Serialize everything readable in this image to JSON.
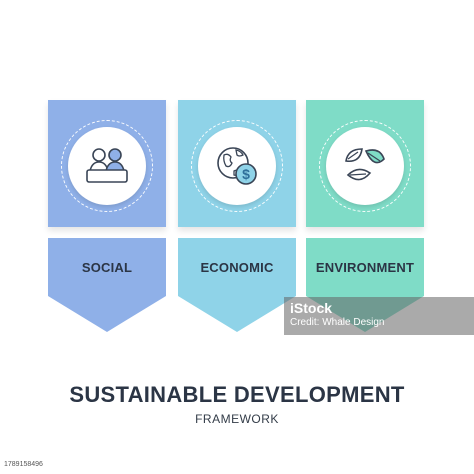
{
  "colors": {
    "social": "#8fb0e8",
    "economic": "#8fd3e8",
    "environment": "#7fdcc7",
    "text_dark": "#2b3545"
  },
  "pillars": [
    {
      "label": "SOCIAL",
      "icon": "people-meeting-icon"
    },
    {
      "label": "ECONOMIC",
      "icon": "globe-dollar-icon"
    },
    {
      "label": "ENVIRONMENT",
      "icon": "leaves-icon"
    }
  ],
  "title": "SUSTAINABLE DEVELOPMENT",
  "subtitle": "FRAMEWORK",
  "watermark": {
    "brand": "iStock",
    "credit": "Credit: Whale Design"
  },
  "stock_id": "1789158496"
}
